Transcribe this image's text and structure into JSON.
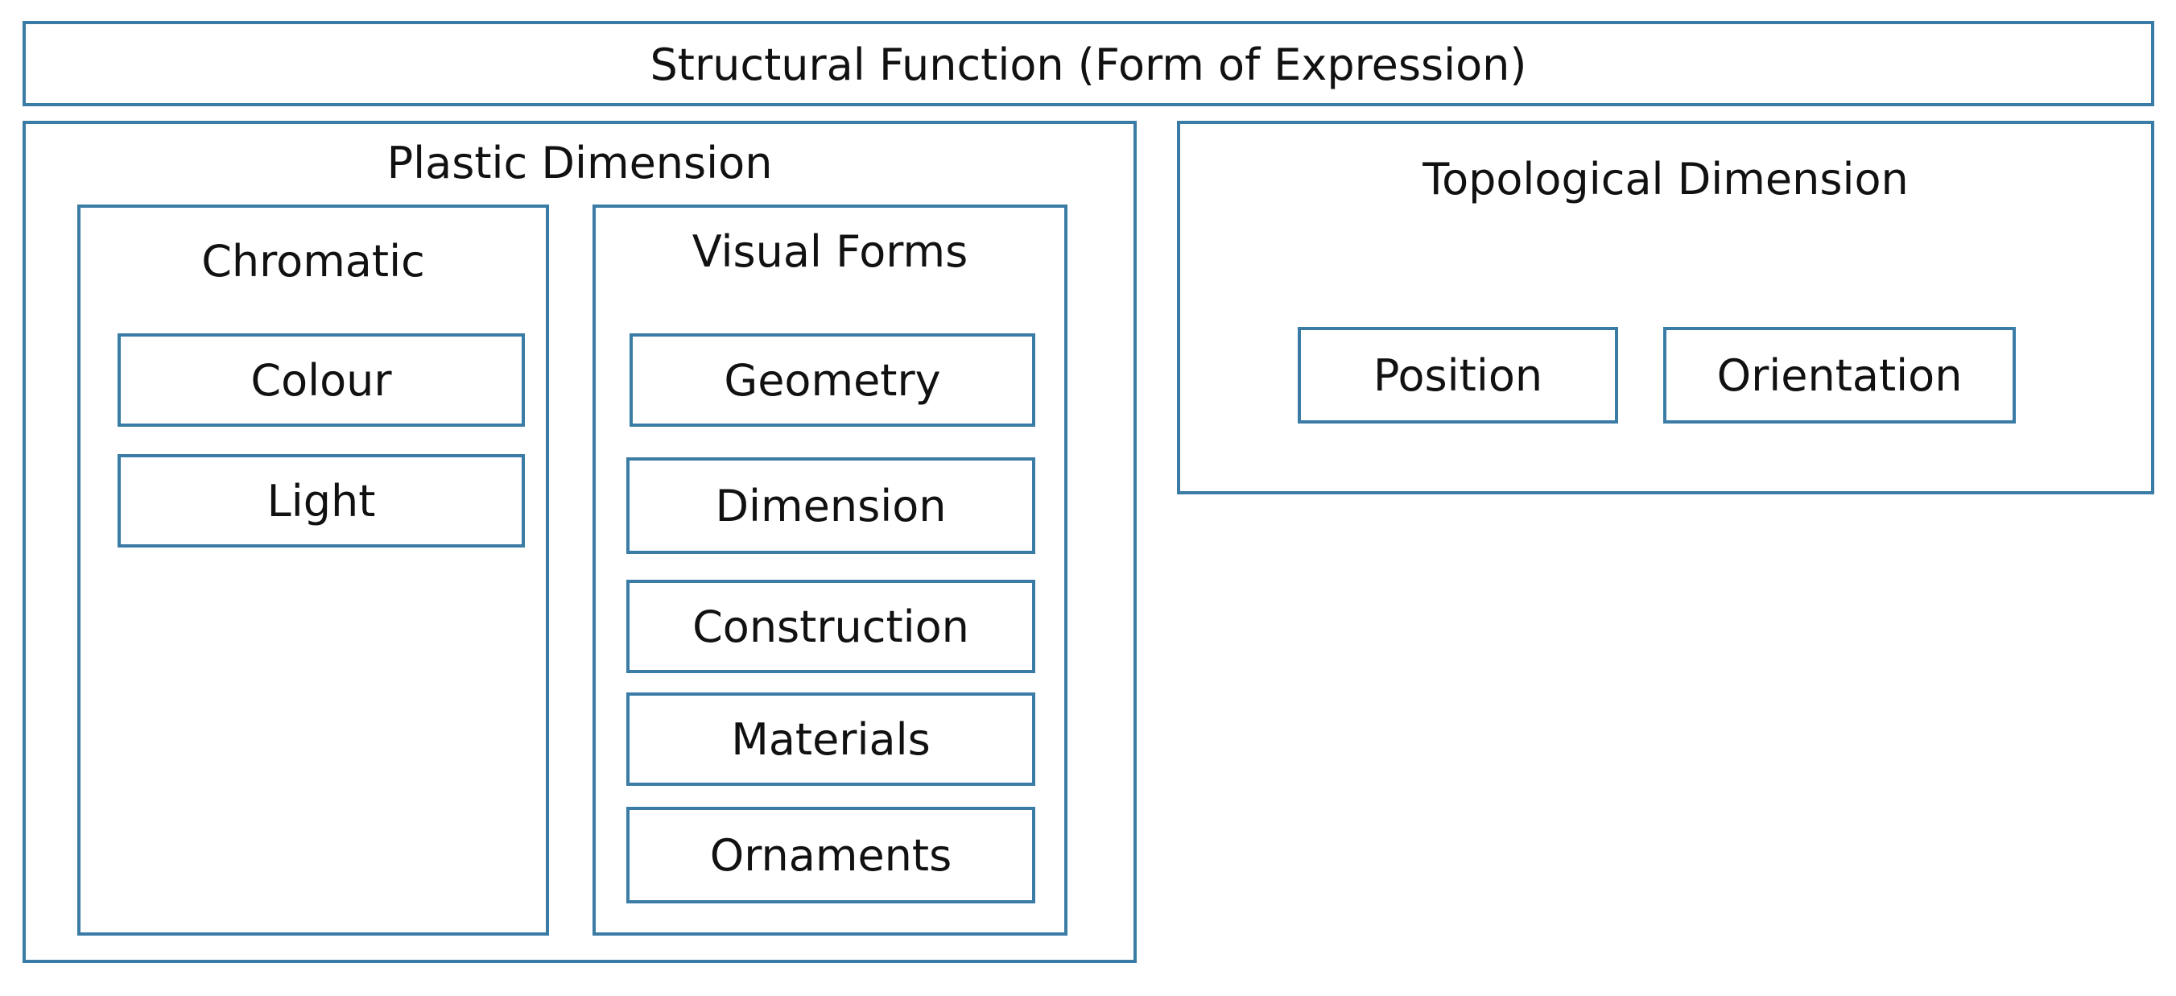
{
  "colors": {
    "border": "#3a7ca5",
    "text": "#111111",
    "background": "#ffffff"
  },
  "diagram": {
    "root": "Structural Function (Form of Expression)",
    "plastic": {
      "title": "Plastic Dimension",
      "chromatic": {
        "title": "Chromatic",
        "items": [
          "Colour",
          "Light"
        ]
      },
      "visual_forms": {
        "title": "Visual Forms",
        "items": [
          "Geometry",
          "Dimension",
          "Construction",
          "Materials",
          "Ornaments"
        ]
      }
    },
    "topological": {
      "title": "Topological Dimension",
      "items": [
        "Position",
        "Orientation"
      ]
    }
  }
}
